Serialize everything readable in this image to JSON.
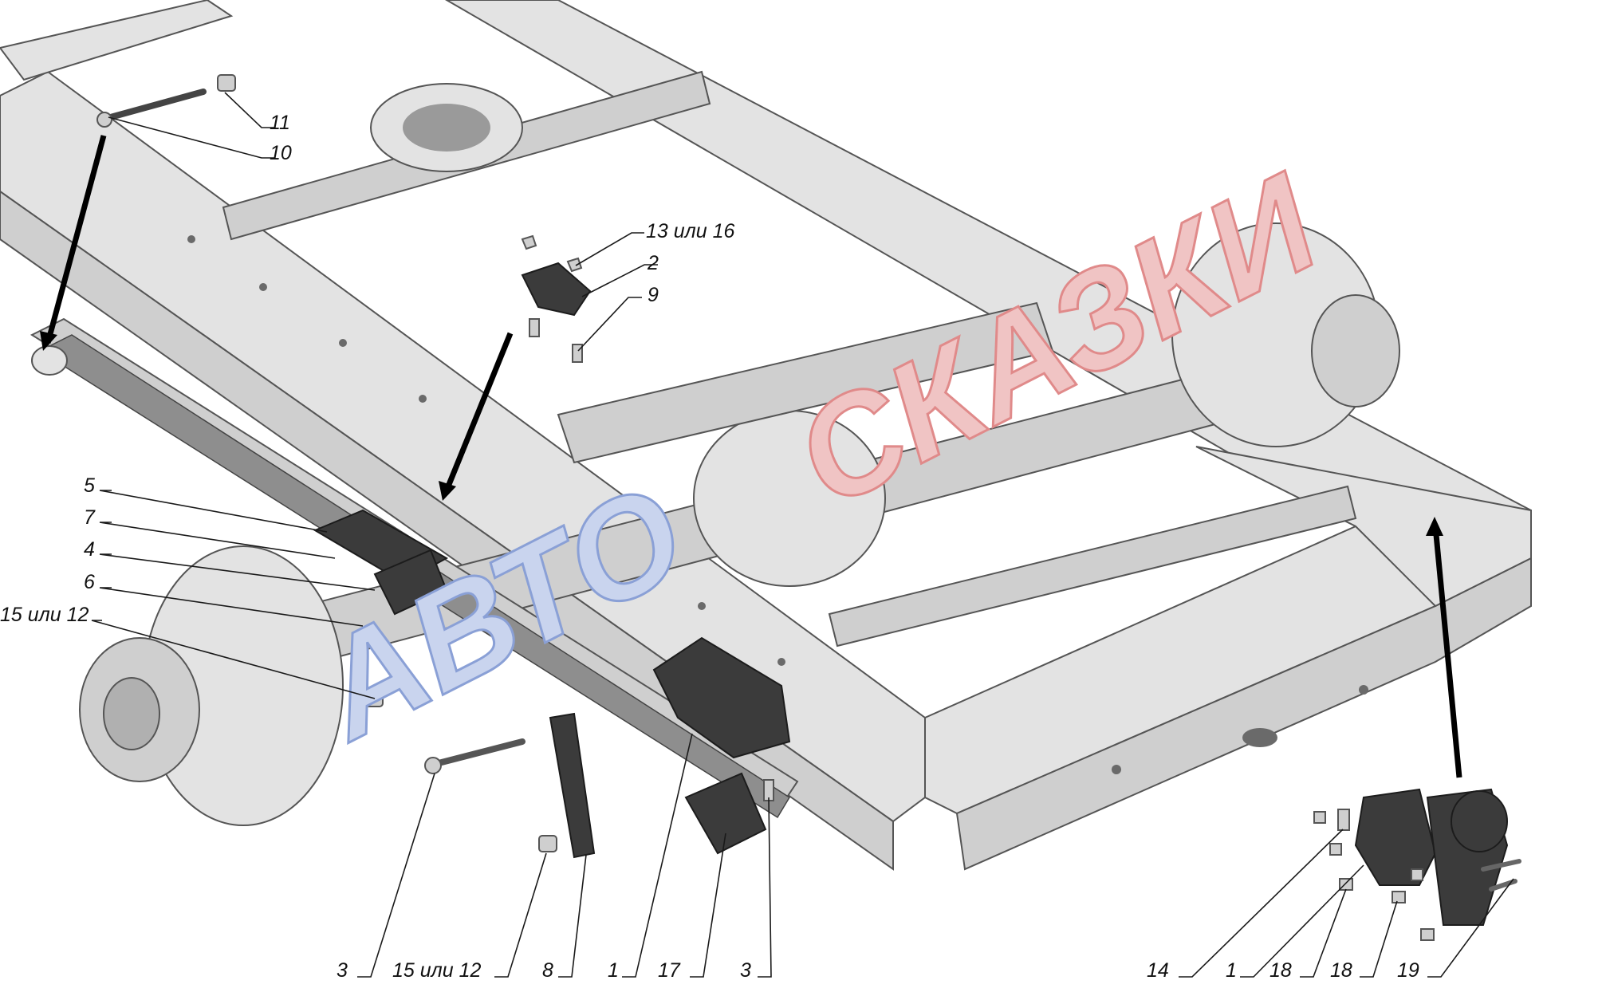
{
  "watermark": {
    "word1": "АВТО",
    "word2": "СКАЗКИ",
    "color1": "#c9d4ee",
    "color2": "#f0c4c4"
  },
  "callouts": [
    {
      "id": "c-11",
      "text": "11"
    },
    {
      "id": "c-10",
      "text": "10"
    },
    {
      "id": "c-13-16",
      "text": "13 или 16"
    },
    {
      "id": "c-2",
      "text": "2"
    },
    {
      "id": "c-9",
      "text": "9"
    },
    {
      "id": "c-5",
      "text": "5"
    },
    {
      "id": "c-7",
      "text": "7"
    },
    {
      "id": "c-4",
      "text": "4"
    },
    {
      "id": "c-6",
      "text": "6"
    },
    {
      "id": "c-15-12-a",
      "text": "15 или 12"
    },
    {
      "id": "c-3-a",
      "text": "3"
    },
    {
      "id": "c-15-12-b",
      "text": "15 или 12"
    },
    {
      "id": "c-8",
      "text": "8"
    },
    {
      "id": "c-1-a",
      "text": "1"
    },
    {
      "id": "c-17",
      "text": "17"
    },
    {
      "id": "c-3-b",
      "text": "3"
    },
    {
      "id": "c-14",
      "text": "14"
    },
    {
      "id": "c-1-b",
      "text": "1"
    },
    {
      "id": "c-18-a",
      "text": "18"
    },
    {
      "id": "c-18-b",
      "text": "18"
    },
    {
      "id": "c-19",
      "text": "19"
    }
  ]
}
